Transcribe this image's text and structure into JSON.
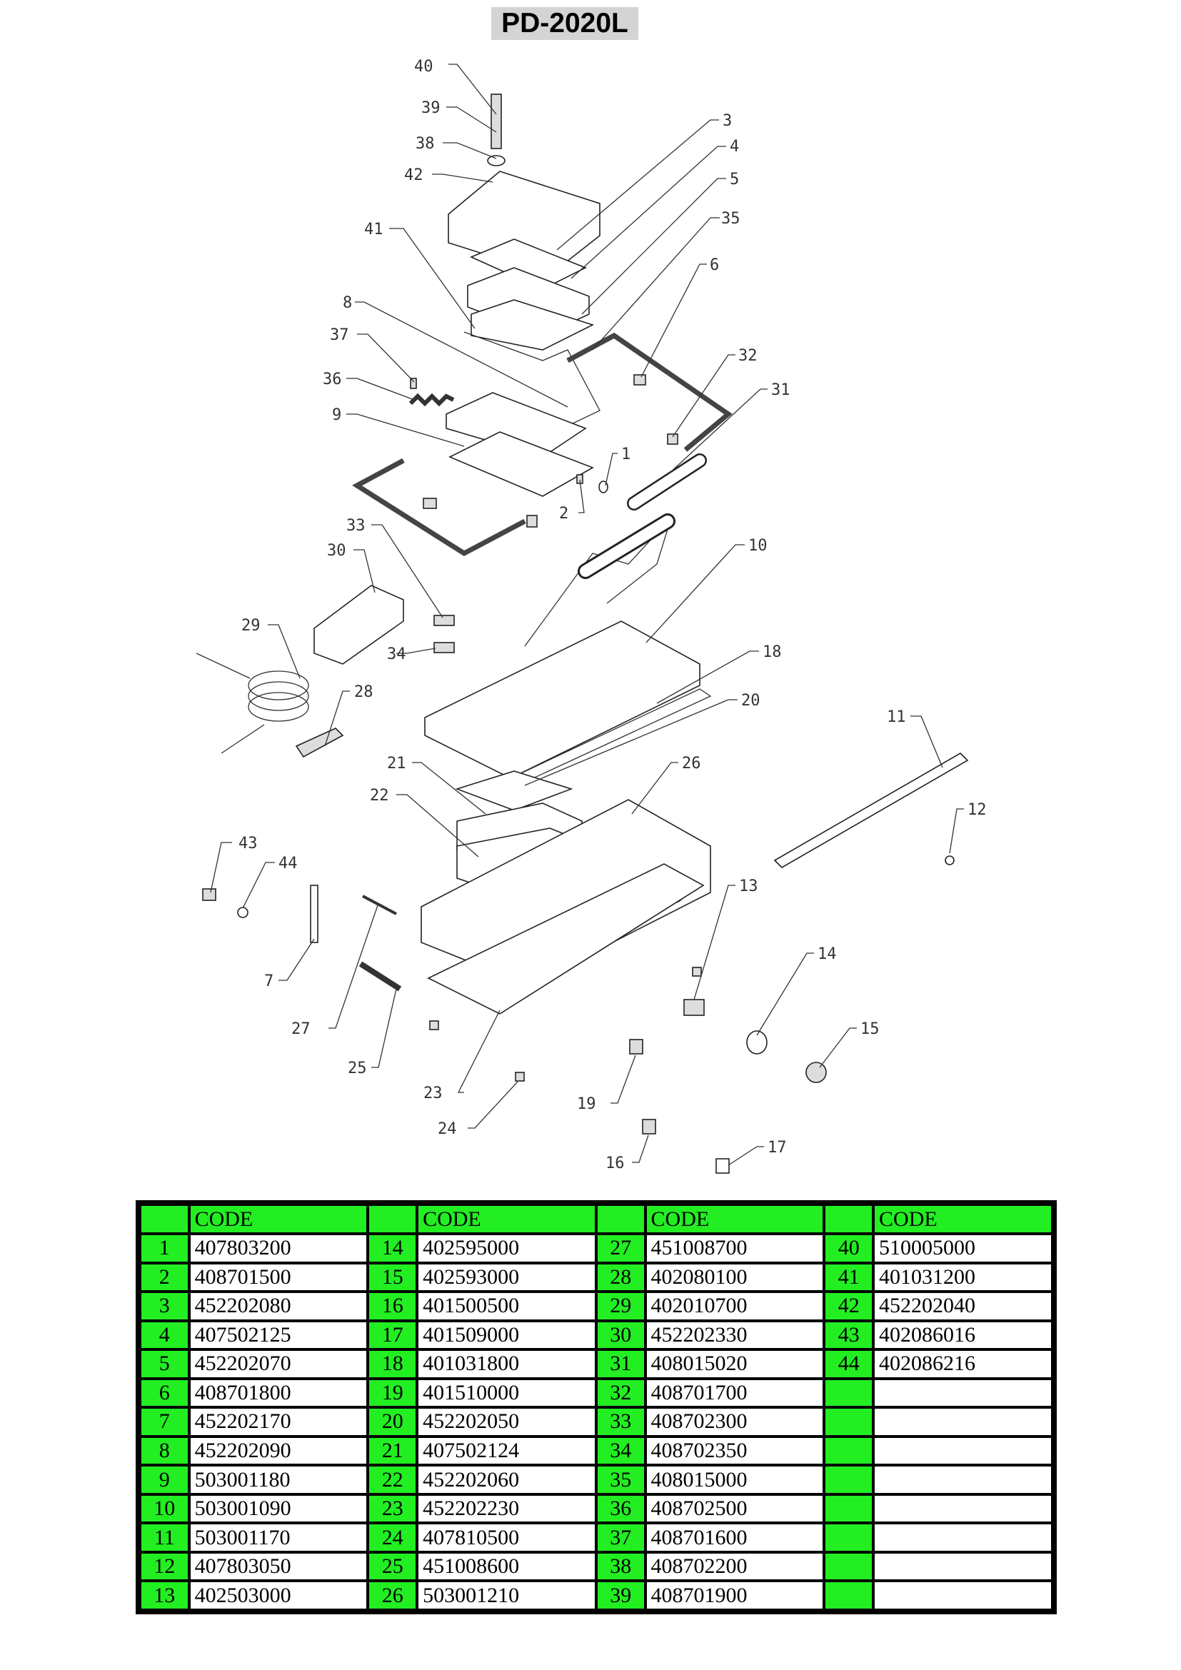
{
  "title": "PD-2020L",
  "diagram_labels": [
    "1",
    "2",
    "3",
    "4",
    "5",
    "6",
    "7",
    "8",
    "9",
    "10",
    "11",
    "12",
    "13",
    "14",
    "15",
    "16",
    "17",
    "18",
    "19",
    "20",
    "21",
    "22",
    "23",
    "24",
    "25",
    "26",
    "27",
    "28",
    "29",
    "30",
    "31",
    "32",
    "33",
    "34",
    "35",
    "36",
    "37",
    "38",
    "39",
    "40",
    "41",
    "42",
    "43",
    "44"
  ],
  "table": {
    "header": "CODE",
    "columns": [
      [
        {
          "no": "1",
          "code": "407803200"
        },
        {
          "no": "2",
          "code": "408701500"
        },
        {
          "no": "3",
          "code": "452202080"
        },
        {
          "no": "4",
          "code": "407502125"
        },
        {
          "no": "5",
          "code": "452202070"
        },
        {
          "no": "6",
          "code": "408701800"
        },
        {
          "no": "7",
          "code": "452202170"
        },
        {
          "no": "8",
          "code": "452202090"
        },
        {
          "no": "9",
          "code": "503001180"
        },
        {
          "no": "10",
          "code": "503001090"
        },
        {
          "no": "11",
          "code": "503001170"
        },
        {
          "no": "12",
          "code": "407803050"
        },
        {
          "no": "13",
          "code": "402503000"
        }
      ],
      [
        {
          "no": "14",
          "code": "402595000"
        },
        {
          "no": "15",
          "code": "402593000"
        },
        {
          "no": "16",
          "code": "401500500"
        },
        {
          "no": "17",
          "code": "401509000"
        },
        {
          "no": "18",
          "code": "401031800"
        },
        {
          "no": "19",
          "code": "401510000"
        },
        {
          "no": "20",
          "code": "452202050"
        },
        {
          "no": "21",
          "code": "407502124"
        },
        {
          "no": "22",
          "code": "452202060"
        },
        {
          "no": "23",
          "code": "452202230"
        },
        {
          "no": "24",
          "code": "407810500"
        },
        {
          "no": "25",
          "code": "451008600"
        },
        {
          "no": "26",
          "code": "503001210"
        }
      ],
      [
        {
          "no": "27",
          "code": "451008700"
        },
        {
          "no": "28",
          "code": "402080100"
        },
        {
          "no": "29",
          "code": "402010700"
        },
        {
          "no": "30",
          "code": "452202330"
        },
        {
          "no": "31",
          "code": "408015020"
        },
        {
          "no": "32",
          "code": "408701700"
        },
        {
          "no": "33",
          "code": "408702300"
        },
        {
          "no": "34",
          "code": "408702350"
        },
        {
          "no": "35",
          "code": "408015000"
        },
        {
          "no": "36",
          "code": "408702500"
        },
        {
          "no": "37",
          "code": "408701600"
        },
        {
          "no": "38",
          "code": "408702200"
        },
        {
          "no": "39",
          "code": "408701900"
        }
      ],
      [
        {
          "no": "40",
          "code": "510005000"
        },
        {
          "no": "41",
          "code": "401031200"
        },
        {
          "no": "42",
          "code": "452202040"
        },
        {
          "no": "43",
          "code": "402086016"
        },
        {
          "no": "44",
          "code": "402086216"
        },
        {
          "no": "",
          "code": ""
        },
        {
          "no": "",
          "code": ""
        },
        {
          "no": "",
          "code": ""
        },
        {
          "no": "",
          "code": ""
        },
        {
          "no": "",
          "code": ""
        },
        {
          "no": "",
          "code": ""
        },
        {
          "no": "",
          "code": ""
        },
        {
          "no": "",
          "code": ""
        }
      ]
    ]
  },
  "colors": {
    "header_green": "#22ee22",
    "title_bg": "#d4d4d4",
    "grid": "#000000"
  }
}
